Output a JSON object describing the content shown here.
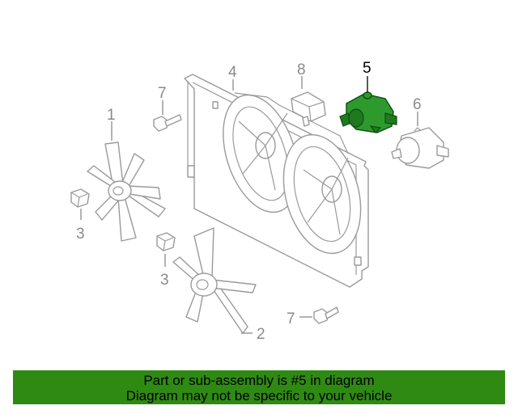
{
  "diagram": {
    "callouts": {
      "c1": "1",
      "c2": "2",
      "c3a": "3",
      "c3b": "3",
      "c4": "4",
      "c5": "5",
      "c6": "6",
      "c7a": "7",
      "c7b": "7",
      "c8": "8"
    },
    "highlighted_part": "5",
    "highlight_color": "#2e9a2e"
  },
  "banner": {
    "line1": "Part or sub-assembly is #5 in diagram",
    "line2": "Diagram may not be specific to your vehicle",
    "background_color": "#2f8a13"
  }
}
